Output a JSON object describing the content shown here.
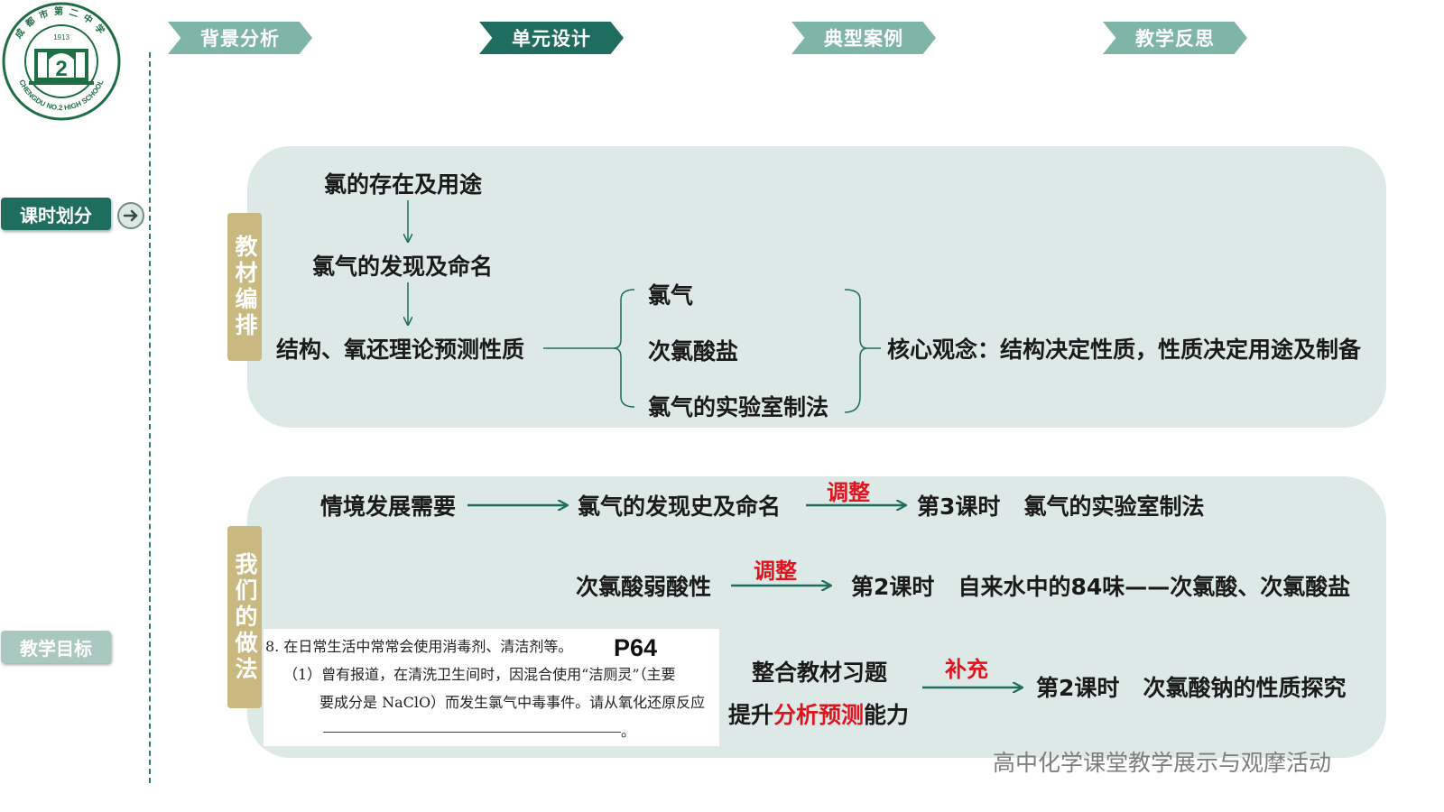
{
  "logo": {
    "name_top": "成都市第二中学",
    "year": "1913",
    "name_bottom": "CHENGDU NO.2 HIGH SCHOOL"
  },
  "nav": {
    "tabs": [
      {
        "label": "背景分析",
        "active": false
      },
      {
        "label": "单元设计",
        "active": true
      },
      {
        "label": "典型案例",
        "active": false
      },
      {
        "label": "教学反思",
        "active": false
      }
    ]
  },
  "sidebar": {
    "lesson_division": "课时划分",
    "teaching_goal": "教学目标"
  },
  "textbook_panel": {
    "label": "教材编排",
    "step1": "氯的存在及用途",
    "step2": "氯气的发现及命名",
    "step3": "结构、氧还理论预测性质",
    "branches": [
      "氯气",
      "次氯酸盐",
      "氯气的实验室制法"
    ],
    "core": "核心观念：结构决定性质，性质决定用途及制备"
  },
  "practice_panel": {
    "label": "我们的做法",
    "row1": {
      "source": "情境发展需要",
      "middle": "氯气的发现史及命名",
      "tag": "调整",
      "result": "第3课时   氯气的实验室制法"
    },
    "row2": {
      "source": "次氯酸弱酸性",
      "tag": "调整",
      "result": "第2课时   自来水中的84味——次氯酸、次氯酸盐"
    },
    "row3": {
      "source_line1": "整合教材习题",
      "source_line2_prefix": "提升",
      "source_line2_highlight": "分析预测",
      "source_line2_suffix": "能力",
      "tag": "补充",
      "result": "第2课时   次氯酸钠的性质探究"
    }
  },
  "excerpt": {
    "line1": "8. 在日常生活中常常会使用消毒剂、清洁剂等。",
    "page": "P64",
    "line2": "（1）曾有报道，在清洗卫生间时，因混合使用“洁厕灵”（主要",
    "line3": "要成分是 NaClO）而发生氯气中毒事件。请从氧化还原反应",
    "line4_end": "。"
  },
  "footer": "高中化学课堂教学展示与观摩活动",
  "colors": {
    "nav_active": "#1f6d5e",
    "nav_inactive": "#7eb5a8",
    "panel": "#dce9e6",
    "label_gold": "#c9b880",
    "arrow": "#1f6d5e",
    "highlight_red": "#e0141e"
  }
}
